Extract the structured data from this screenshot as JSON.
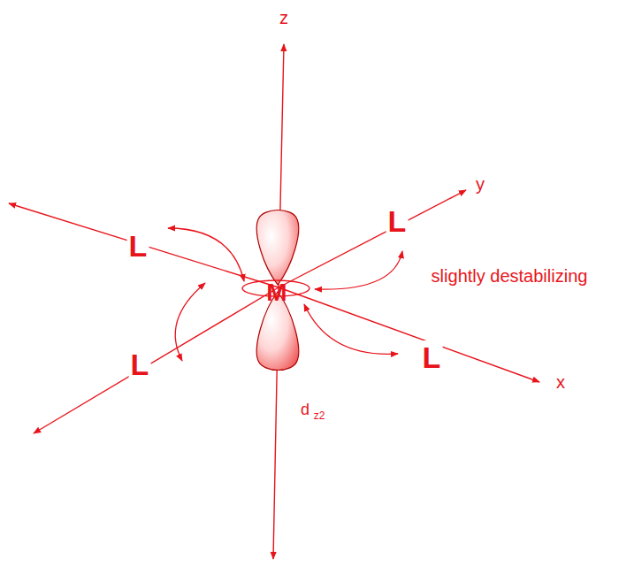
{
  "diagram": {
    "labels": [
      "z",
      "y",
      "x",
      "L",
      "L",
      "L",
      "L",
      "M",
      "slightly destabilizing",
      "d",
      "z2"
    ]
  }
}
